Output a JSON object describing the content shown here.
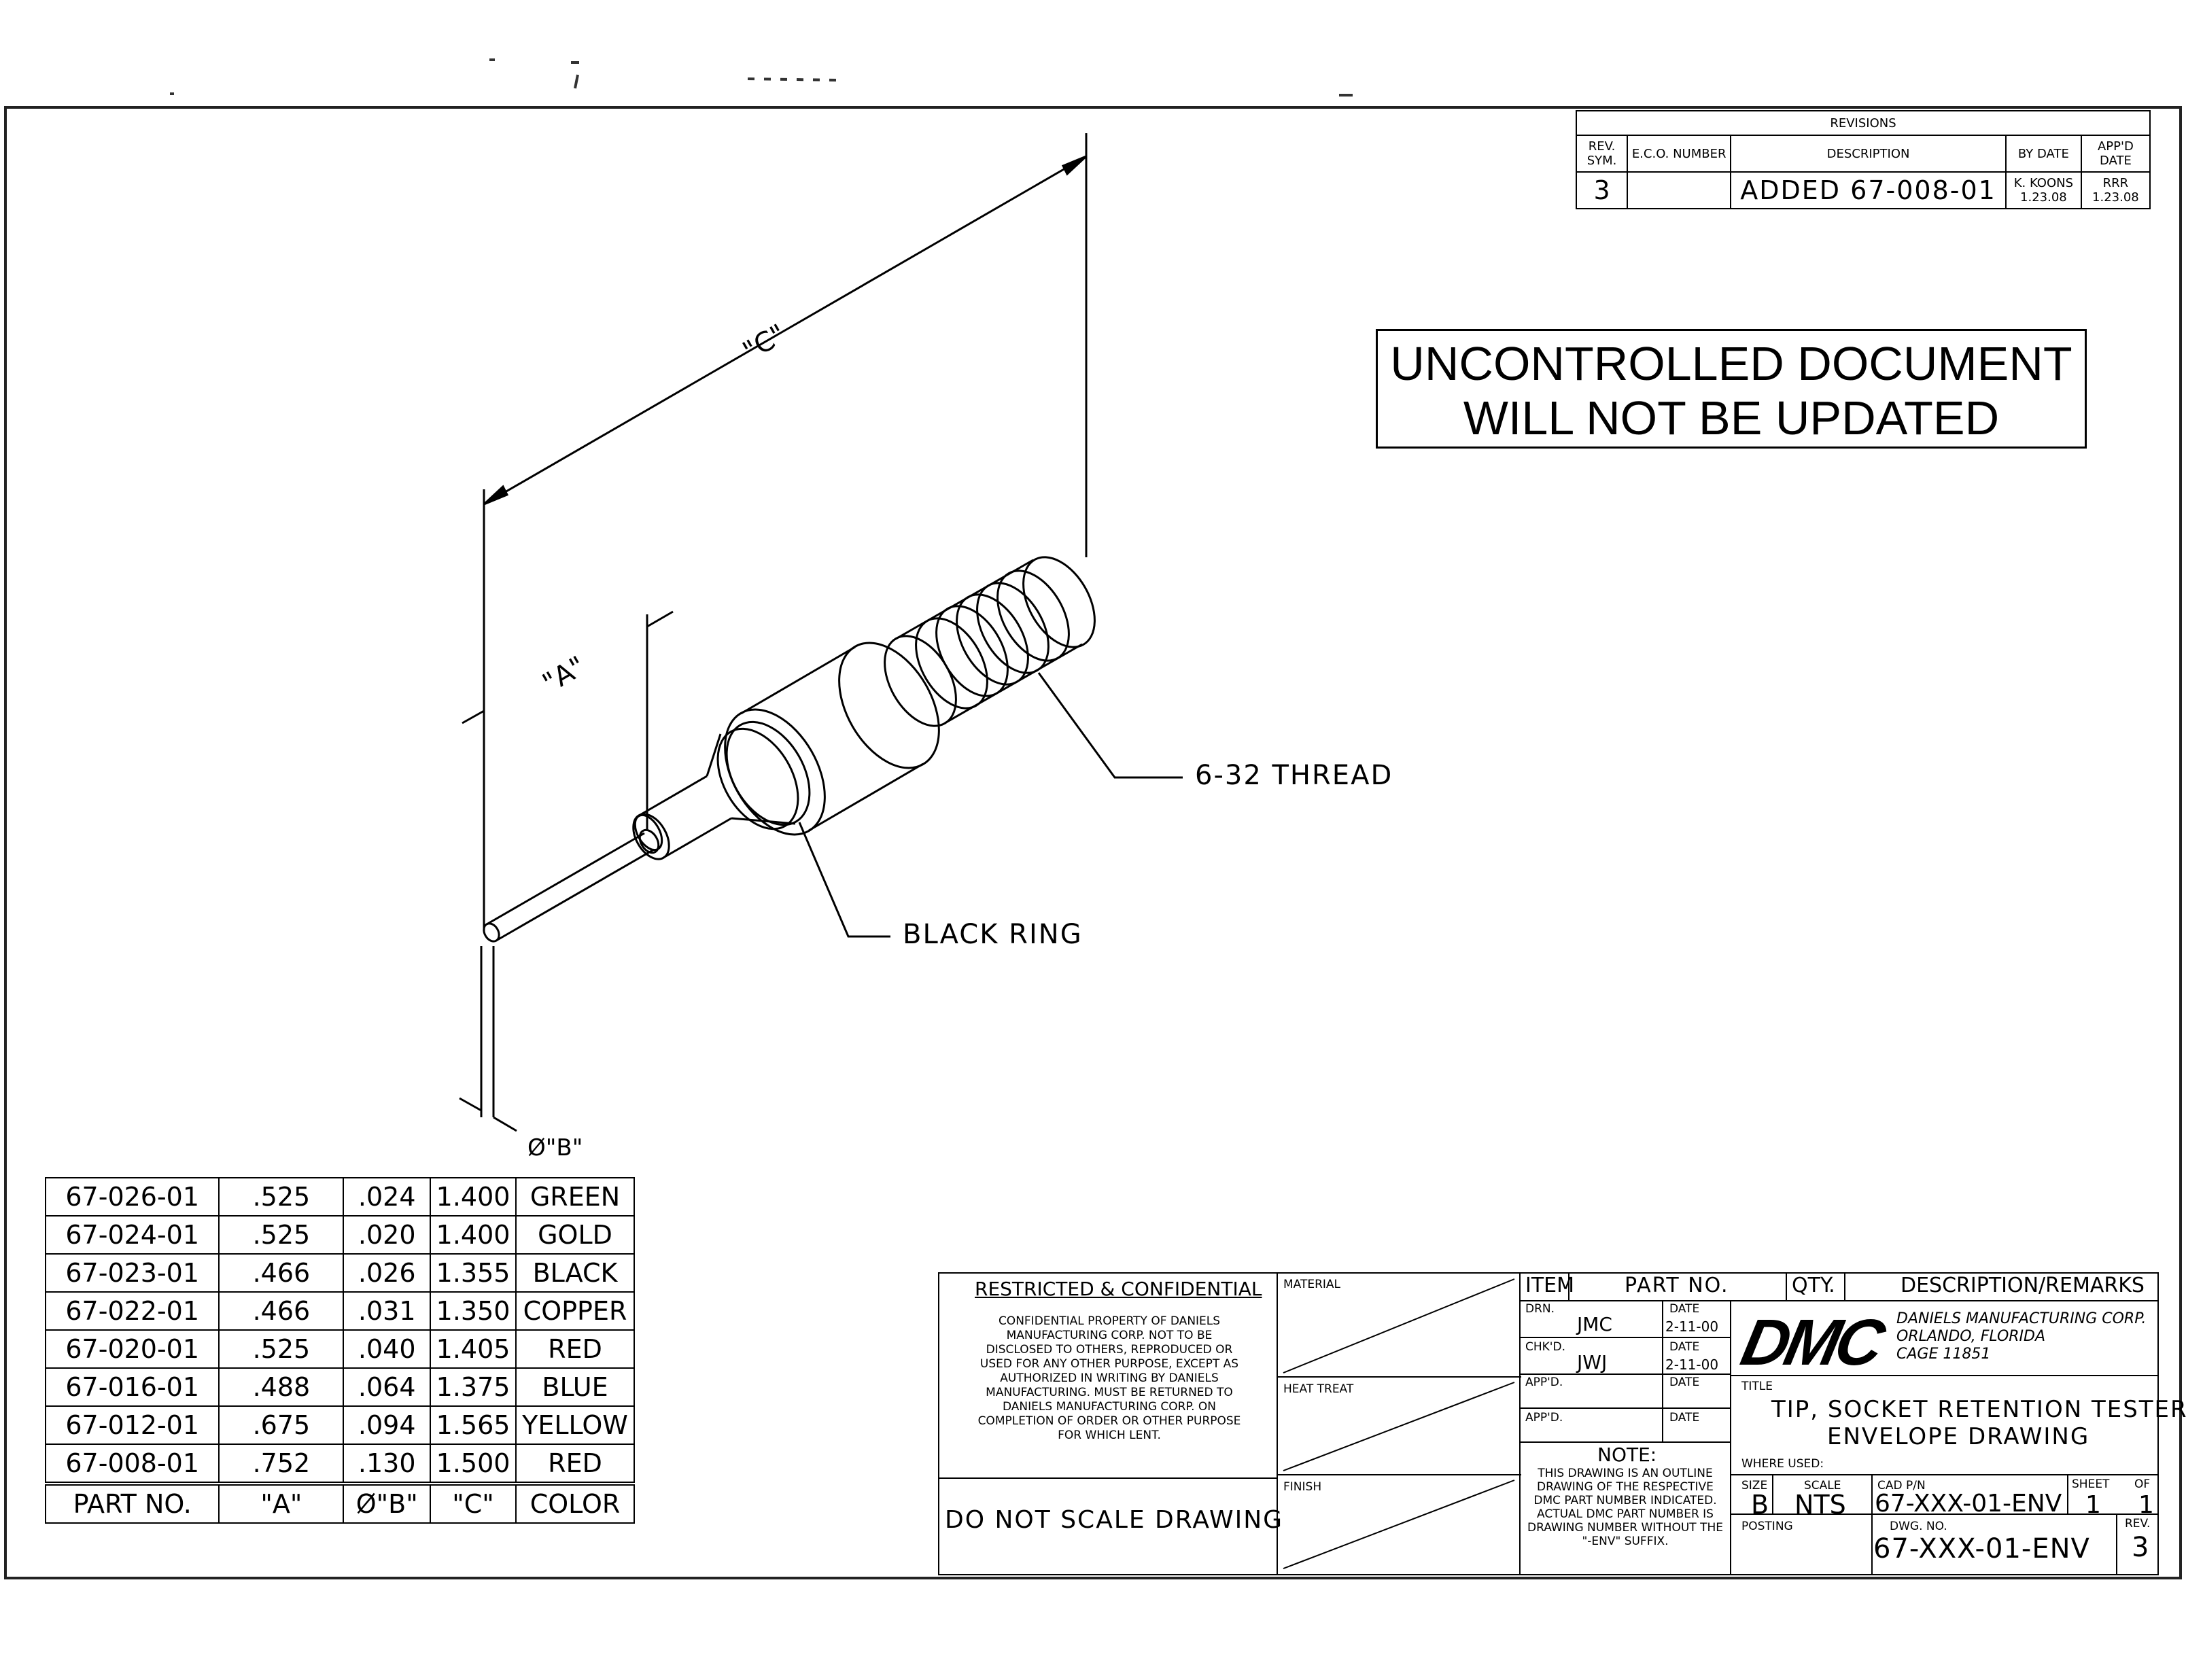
{
  "revisions": {
    "heading": "REVISIONS",
    "col_rev": "REV. SYM.",
    "col_eco": "E.C.O. NUMBER",
    "col_desc": "DESCRIPTION",
    "col_by": "BY DATE",
    "col_appd": "APP'D DATE",
    "rev": "3",
    "eco": "",
    "desc": "ADDED 67-008-01",
    "by": "K. KOONS",
    "by_date": "1.23.08",
    "appd": "RRR",
    "appd_date": "1.23.08"
  },
  "stamp": {
    "line1": "UNCONTROLLED DOCUMENT",
    "line2": "WILL NOT BE UPDATED"
  },
  "drawing": {
    "dim_c": "\"C\"",
    "dim_a": "\"A\"",
    "dim_b": "Ø\"B\"",
    "callout_thread": "6-32 THREAD",
    "callout_ring": "BLACK RING"
  },
  "parts_table": {
    "rows": [
      [
        "67-026-01",
        ".525",
        ".024",
        "1.400",
        "GREEN"
      ],
      [
        "67-024-01",
        ".525",
        ".020",
        "1.400",
        "GOLD"
      ],
      [
        "67-023-01",
        ".466",
        ".026",
        "1.355",
        "BLACK"
      ],
      [
        "67-022-01",
        ".466",
        ".031",
        "1.350",
        "COPPER"
      ],
      [
        "67-020-01",
        ".525",
        ".040",
        "1.405",
        "RED"
      ],
      [
        "67-016-01",
        ".488",
        ".064",
        "1.375",
        "BLUE"
      ],
      [
        "67-012-01",
        ".675",
        ".094",
        "1.565",
        "YELLOW"
      ],
      [
        "67-008-01",
        ".752",
        ".130",
        "1.500",
        "RED"
      ]
    ],
    "header": [
      "PART NO.",
      "\"A\"",
      "Ø\"B\"",
      "\"C\"",
      "COLOR"
    ]
  },
  "title_block": {
    "restricted": "RESTRICTED & CONFIDENTIAL",
    "confidential_text": "CONFIDENTIAL PROPERTY OF DANIELS MANUFACTURING CORP. NOT TO BE DISCLOSED TO OTHERS, REPRODUCED OR USED FOR ANY OTHER PURPOSE, EXCEPT AS AUTHORIZED IN WRITING BY DANIELS MANUFACTURING. MUST BE RETURNED TO DANIELS MANUFACTURING CORP. ON COMPLETION OF ORDER OR OTHER PURPOSE FOR WHICH LENT.",
    "no_scale": "DO NOT SCALE DRAWING",
    "material": "MATERIAL",
    "heat_treat": "HEAT TREAT",
    "finish": "FINISH",
    "item": "ITEM",
    "part_no": "PART NO.",
    "qty": "QTY.",
    "desc_remarks": "DESCRIPTION/REMARKS",
    "drn_label": "DRN.",
    "drn": "JMC",
    "date_label": "DATE",
    "drn_date": "2-11-00",
    "chkd_label": "CHK'D.",
    "chkd": "JWJ",
    "chkd_date": "2-11-00",
    "appd_label": "APP'D.",
    "note_title": "NOTE:",
    "note_text": "THIS DRAWING IS AN OUTLINE DRAWING OF THE RESPECTIVE DMC PART NUMBER INDICATED. ACTUAL DMC PART NUMBER IS DRAWING NUMBER WITHOUT THE \"-ENV\" SUFFIX.",
    "logo": "DMC",
    "company": "DANIELS MANUFACTURING CORP.",
    "city": "ORLANDO, FLORIDA",
    "cage": "CAGE 11851",
    "title_label": "TITLE",
    "title_line1": "TIP, SOCKET RETENTION TESTER",
    "title_line2": "ENVELOPE DRAWING",
    "where_used": "WHERE USED:",
    "size_label": "SIZE",
    "size": "B",
    "scale_label": "SCALE",
    "scale": "NTS",
    "cad_label": "CAD P/N",
    "cad": "67-XXX-01-ENV",
    "sheet_label": "SHEET",
    "sheet": "1",
    "of_label": "OF",
    "of": "1",
    "posting": "POSTING",
    "dwg_label": "DWG. NO.",
    "dwg": "67-XXX-01-ENV",
    "rev_label": "REV.",
    "rev": "3"
  }
}
